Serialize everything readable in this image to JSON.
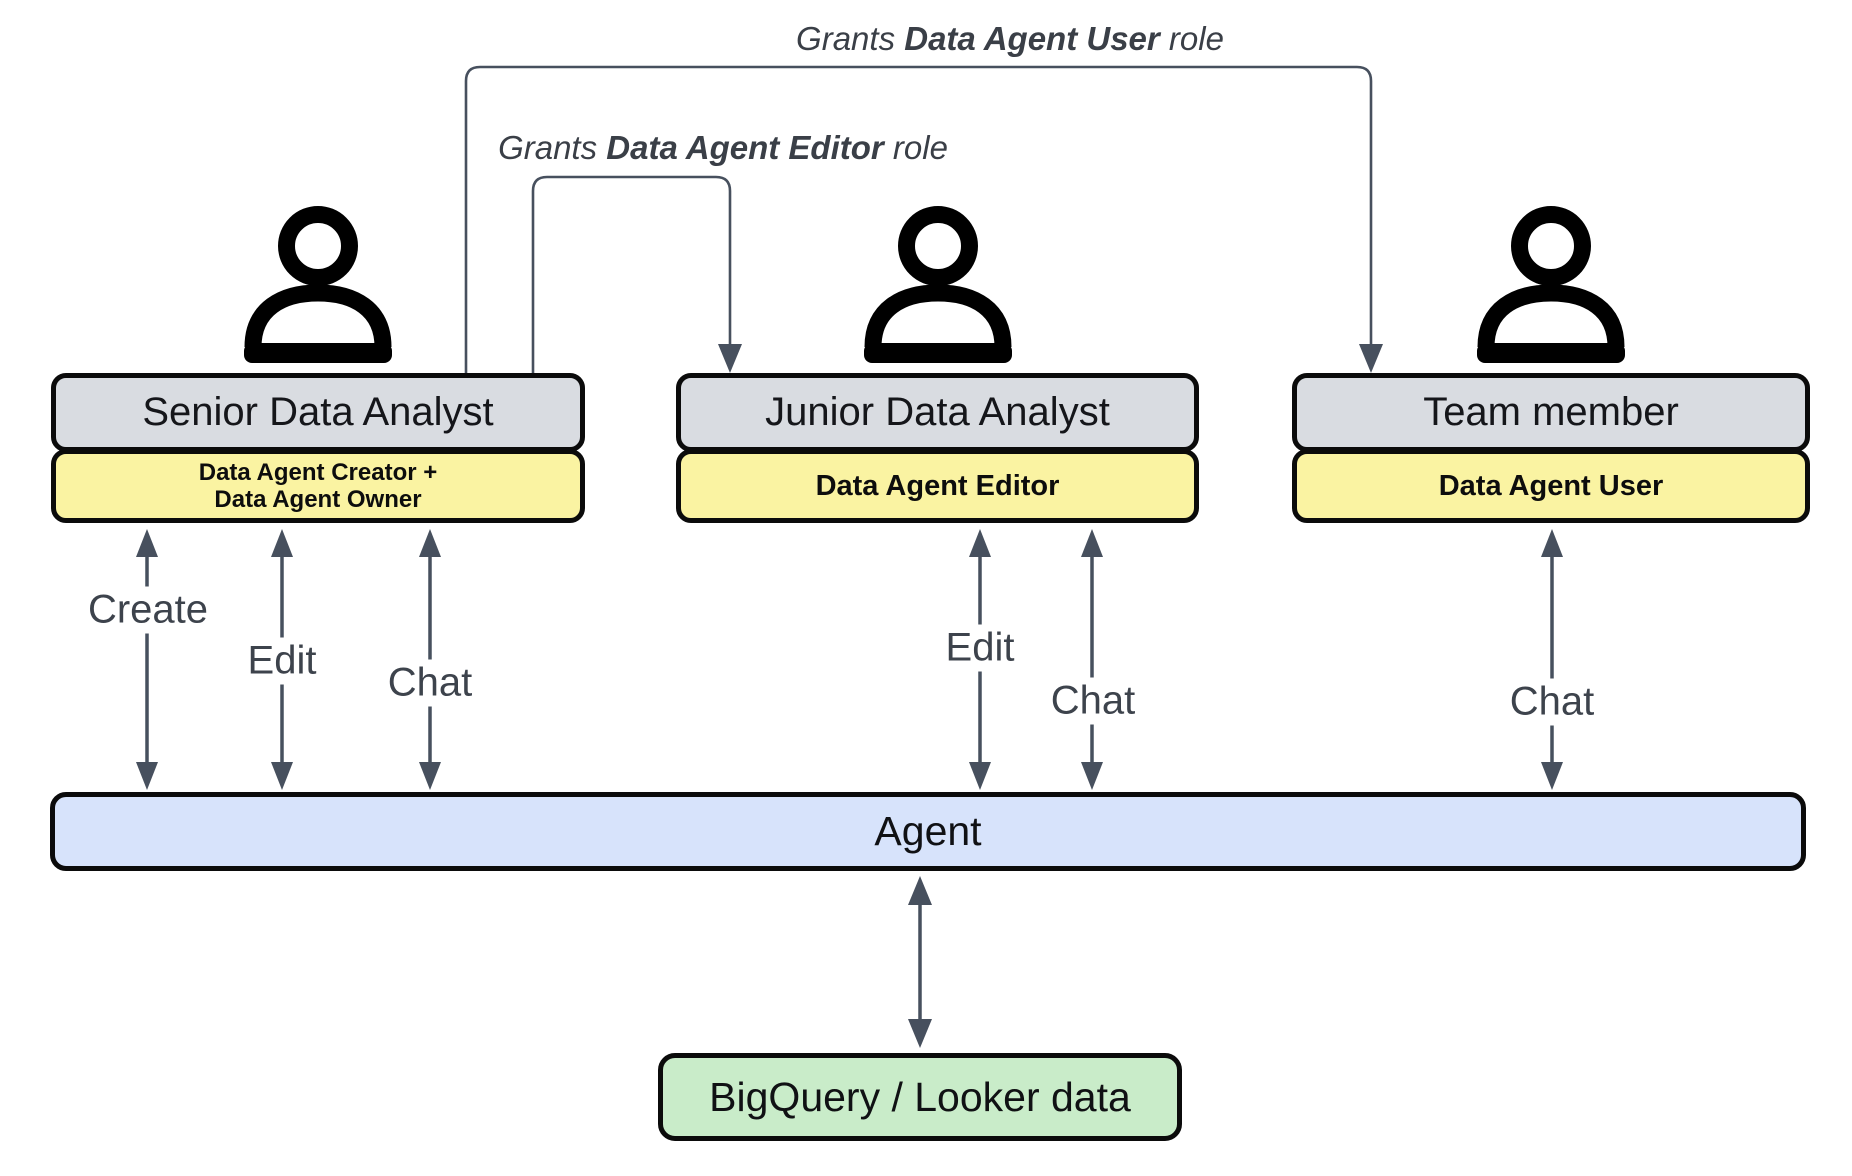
{
  "colors": {
    "box_gray": "#d9dce1",
    "box_yellow": "#faf3a2",
    "agent_blue": "#d7e3fb",
    "datastore_green": "#c9ecc9",
    "arrow_slate": "#47505e",
    "border_black": "#0b0b0b"
  },
  "grants_user_label": {
    "prefix": "Grants ",
    "bold": "Data Agent User",
    "suffix": " role"
  },
  "grants_editor_label": {
    "prefix": "Grants ",
    "bold": "Data Agent Editor",
    "suffix": " role"
  },
  "people": [
    {
      "title": "Senior Data Analyst",
      "role_lines": [
        "Data Agent Creator +",
        "Data Agent Owner"
      ],
      "actions": [
        "Create",
        "Edit",
        "Chat"
      ]
    },
    {
      "title": "Junior Data Analyst",
      "role_lines": [
        "Data Agent Editor"
      ],
      "actions": [
        "Edit",
        "Chat"
      ]
    },
    {
      "title": "Team member",
      "role_lines": [
        "Data Agent User"
      ],
      "actions": [
        "Chat"
      ]
    }
  ],
  "agent": {
    "label": "Agent"
  },
  "datastore": {
    "label": "BigQuery / Looker data"
  }
}
